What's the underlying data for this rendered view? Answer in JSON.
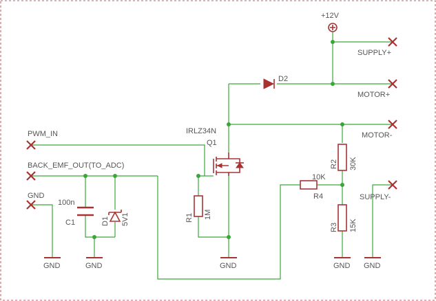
{
  "labels": {
    "vcc": "+12V",
    "supply_plus": "SUPPLY+",
    "motor_plus": "MOTOR+",
    "motor_minus": "MOTOR-",
    "supply_minus": "SUPPLY-",
    "d2": "D2",
    "q1_part": "IRLZ34N",
    "q1": "Q1",
    "pwm_in": "PWM_IN",
    "back_emf": "BACK_EMF_OUT(TO_ADC)",
    "gnd_pin": "GND",
    "c1_value": "100n",
    "c1": "C1",
    "d1": "D1",
    "d1_value": "5V1",
    "r1": "R1",
    "r1_value": "1M",
    "r2": "R2",
    "r2_value": "30K",
    "r3": "R3",
    "r3_value": "15K",
    "r4": "R4",
    "r4_value": "10K",
    "gnd1": "GND",
    "gnd2": "GND",
    "gnd3": "GND",
    "gnd4": "GND",
    "gnd5": "GND"
  },
  "colors": {
    "wire": "#3aa63a",
    "component": "#a83232",
    "text": "#555555",
    "background": "#ffffff"
  }
}
